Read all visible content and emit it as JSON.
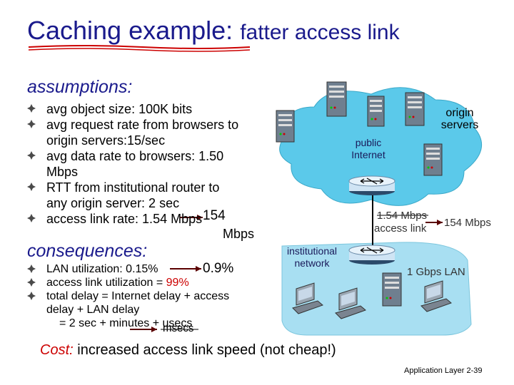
{
  "title": {
    "main": "Caching example:",
    "sub": "fatter access link"
  },
  "assumptions": {
    "heading": "assumptions:",
    "b1": "avg object size: 100K bits",
    "b2a": "avg request rate from browsers to",
    "b2b": "origin servers:15/sec",
    "b3a": "avg data rate to browsers: 1.50",
    "b3b": "Mbps",
    "b4a": "RTT from institutional router to",
    "b4b": "any origin server: 2 sec",
    "b5": "access link rate: 1.54 Mbps",
    "b5_new_val": "154",
    "b5_new_unit": "Mbps"
  },
  "consequences": {
    "heading": "consequences:",
    "c1": "LAN utilization: 0.15%",
    "c1_new": "0.9%",
    "c2a": "access link utilization = ",
    "c2b": "99%",
    "c3a": "total delay  = Internet delay + access",
    "c3b": "delay + LAN delay",
    "c3c": "=  2 sec + minutes + usecs",
    "c3_new": "msecs"
  },
  "diagram": {
    "origin_servers": "origin servers",
    "public_internet": "public Internet",
    "access_link_old": "1.54 Mbps",
    "access_link": "access link",
    "access_link_new": "154 Mbps",
    "institutional_network": "institutional network",
    "lan": "1 Gbps LAN"
  },
  "cost": {
    "label": "Cost:",
    "text": "increased access link speed (not cheap!)"
  },
  "footer": {
    "text": "Application Layer",
    "page": "2-39"
  },
  "colors": {
    "title": "#1a1a8c",
    "accent_red": "#cc0000",
    "cloud": "#5bc9ea",
    "network": "#a8dff2",
    "arrow": "#5a0000"
  }
}
